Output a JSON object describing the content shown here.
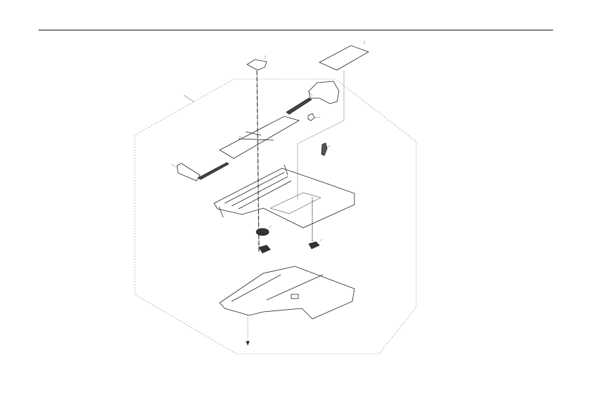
{
  "colors": {
    "background": "#ffffff",
    "line": "#222222",
    "leader": "#666666",
    "outline_dashed": "#888888"
  },
  "diagram": {
    "type": "exploded-parts-diagram",
    "parts": [
      {
        "name": "label-small"
      },
      {
        "name": "label-large"
      },
      {
        "name": "right-paper-guide"
      },
      {
        "name": "small-clip"
      },
      {
        "name": "tray-extension"
      },
      {
        "name": "left-paper-guide"
      },
      {
        "name": "spring-lever"
      },
      {
        "name": "upper-tray"
      },
      {
        "name": "gear"
      },
      {
        "name": "left-foot"
      },
      {
        "name": "right-foot"
      },
      {
        "name": "tray-base"
      },
      {
        "name": "screw"
      }
    ]
  }
}
